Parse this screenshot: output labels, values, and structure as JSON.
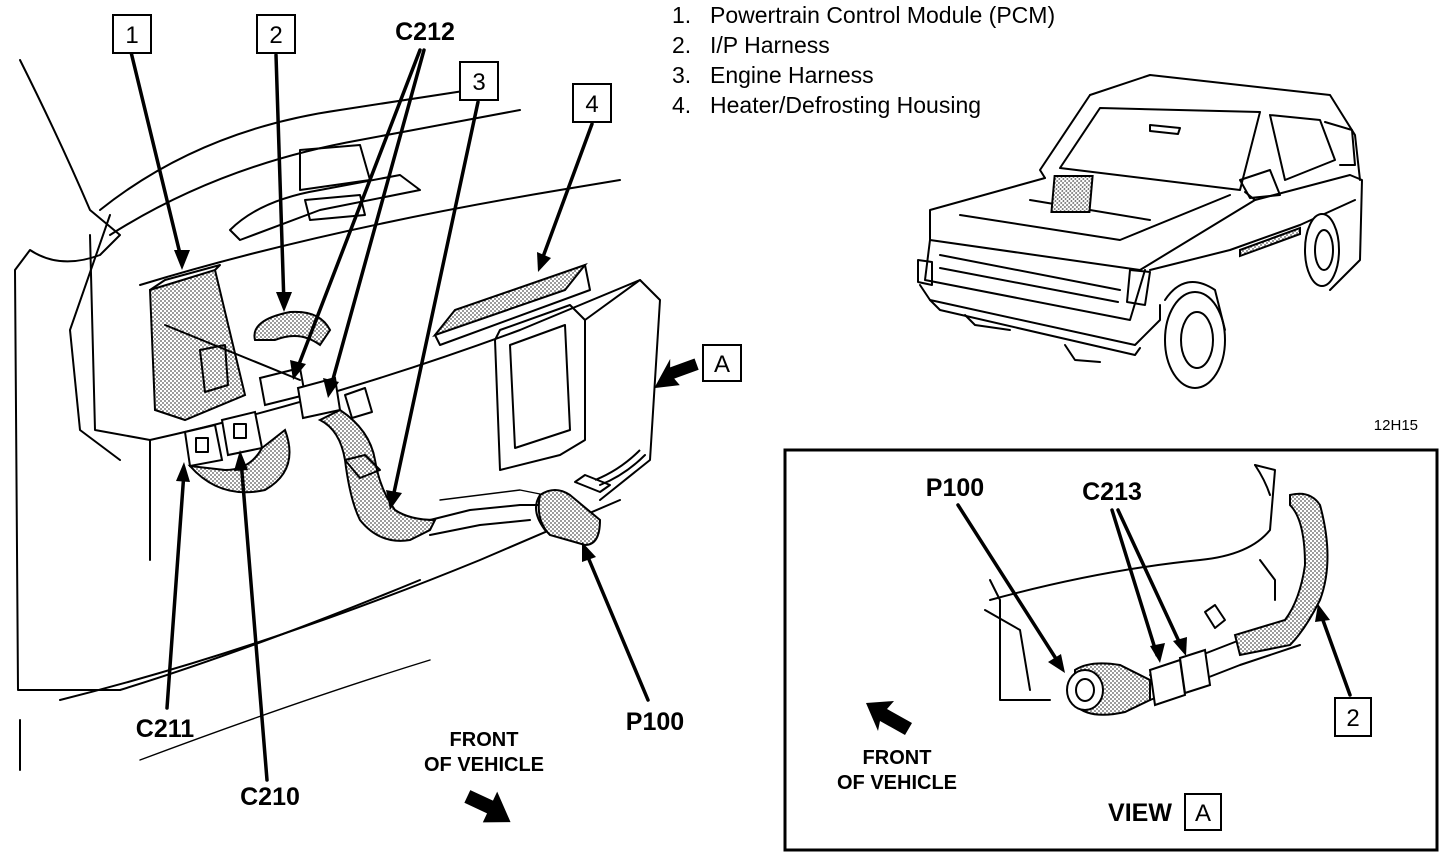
{
  "legend": [
    {
      "num": "1.",
      "text": "Powertrain Control Module (PCM)"
    },
    {
      "num": "2.",
      "text": "I/P Harness"
    },
    {
      "num": "3.",
      "text": "Engine Harness"
    },
    {
      "num": "4.",
      "text": "Heater/Defrosting Housing"
    }
  ],
  "callouts": {
    "c1": "1",
    "c2": "2",
    "c3": "3",
    "c4": "4",
    "view_a": "A",
    "inset_2": "2"
  },
  "connectors": {
    "c212": "C212",
    "c211": "C211",
    "c210": "C210",
    "p100_main": "P100",
    "p100_inset": "P100",
    "c213": "C213"
  },
  "front_main": {
    "line1": "FRONT",
    "line2": "OF VEHICLE"
  },
  "front_inset": {
    "line1": "FRONT",
    "line2": "OF VEHICLE"
  },
  "view": {
    "label": "VIEW",
    "letter": "A"
  },
  "figure_id": "12H15"
}
